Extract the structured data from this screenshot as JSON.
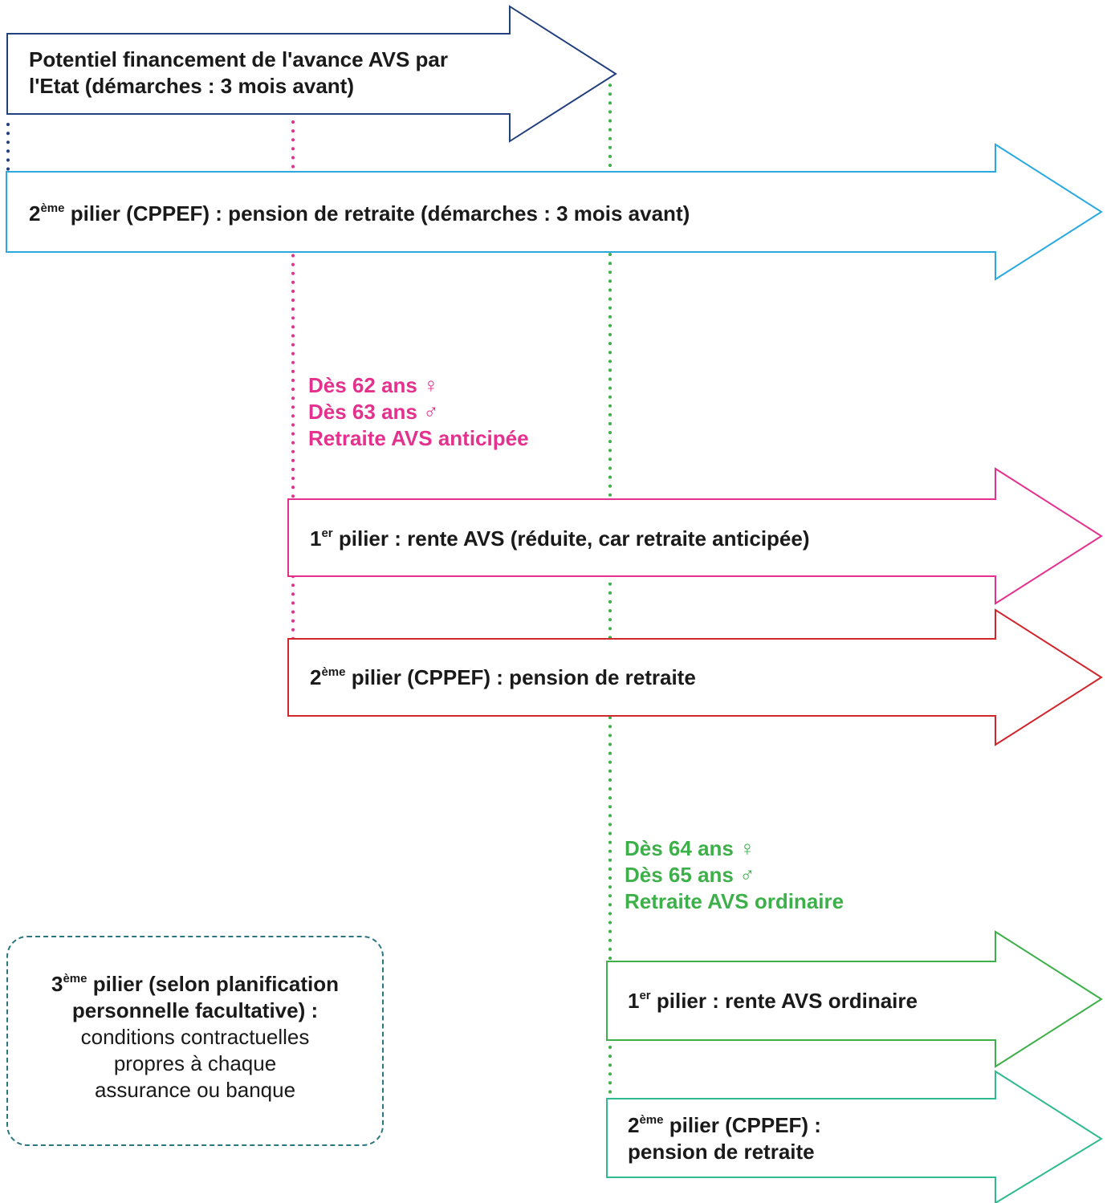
{
  "colors": {
    "avance_avs": "#223f7e",
    "pillar2_top": "#2aa9e0",
    "anticipated": "#e5318e",
    "pillar2_anticipated": "#d0262c",
    "ordinary": "#3db049",
    "pillar2_ordinary": "#2fba8f",
    "third_pillar": "#2c7680"
  },
  "arrows": {
    "avance_avs": {
      "line1": "Potentiel financement de l'avance AVS par",
      "line2": "l'Etat (démarches : 3 mois avant)"
    },
    "pillar2_top": {
      "num": "2",
      "sup": "ème",
      "text": " pilier (CPPEF) : pension de retraite (démarches : 3 mois avant)"
    },
    "pillar1_anticipated": {
      "num": "1",
      "sup": "er",
      "text": " pilier : rente AVS (réduite, car retraite anticipée)"
    },
    "pillar2_anticipated": {
      "num": "2",
      "sup": "ème",
      "text": " pilier (CPPEF) : pension de retraite"
    },
    "pillar1_ordinary": {
      "num": "1",
      "sup": "er",
      "text": " pilier : rente AVS ordinaire"
    },
    "pillar2_ordinary": {
      "num": "2",
      "sup": "ème",
      "line1": " pilier (CPPEF) :",
      "line2": "pension de retraite"
    }
  },
  "labels": {
    "anticipated": {
      "women": "Dès 62 ans",
      "women_symbol": "♀",
      "men": "Dès 63 ans",
      "men_symbol": "♂",
      "title": "Retraite AVS anticipée"
    },
    "ordinary": {
      "women": "Dès 64 ans",
      "women_symbol": "♀",
      "men": "Dès 65 ans",
      "men_symbol": "♂",
      "title": "Retraite AVS ordinaire"
    }
  },
  "third_pillar": {
    "num": "3",
    "sup": "ème",
    "bold1": " pilier (selon planification",
    "bold2": "personnelle facultative) :",
    "line3": "conditions contractuelles",
    "line4": "propres à chaque",
    "line5": "assurance ou banque"
  }
}
